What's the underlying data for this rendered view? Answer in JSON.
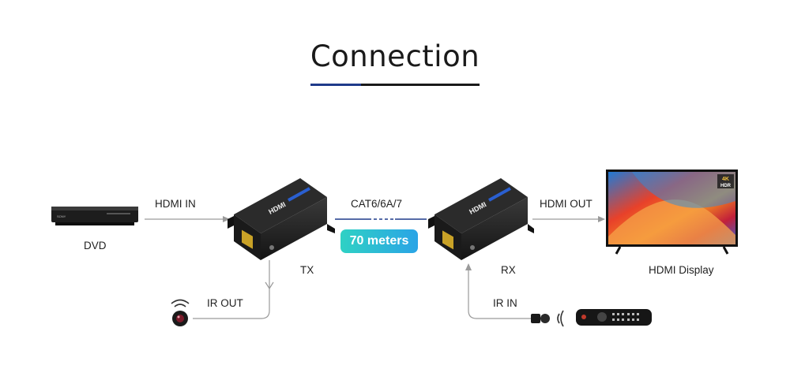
{
  "title": "Connection",
  "devices": {
    "dvd": {
      "label": "DVD",
      "brand": "SONY"
    },
    "tx": {
      "label": "TX",
      "logo": "HDMI"
    },
    "rx": {
      "label": "RX",
      "logo": "HDMI"
    },
    "display": {
      "label": "HDMI Display",
      "badge_top": "4K",
      "badge_bottom": "HDR"
    }
  },
  "links": {
    "hdmi_in": "HDMI IN",
    "cable": "CAT6/6A/7",
    "distance": "70 meters",
    "hdmi_out": "HDMI OUT",
    "ir_out": "IR OUT",
    "ir_in": "IR IN"
  },
  "colors": {
    "accent_blue": "#1e3a8a",
    "badge_start": "#2fd1c4",
    "badge_end": "#2aa4e6"
  }
}
